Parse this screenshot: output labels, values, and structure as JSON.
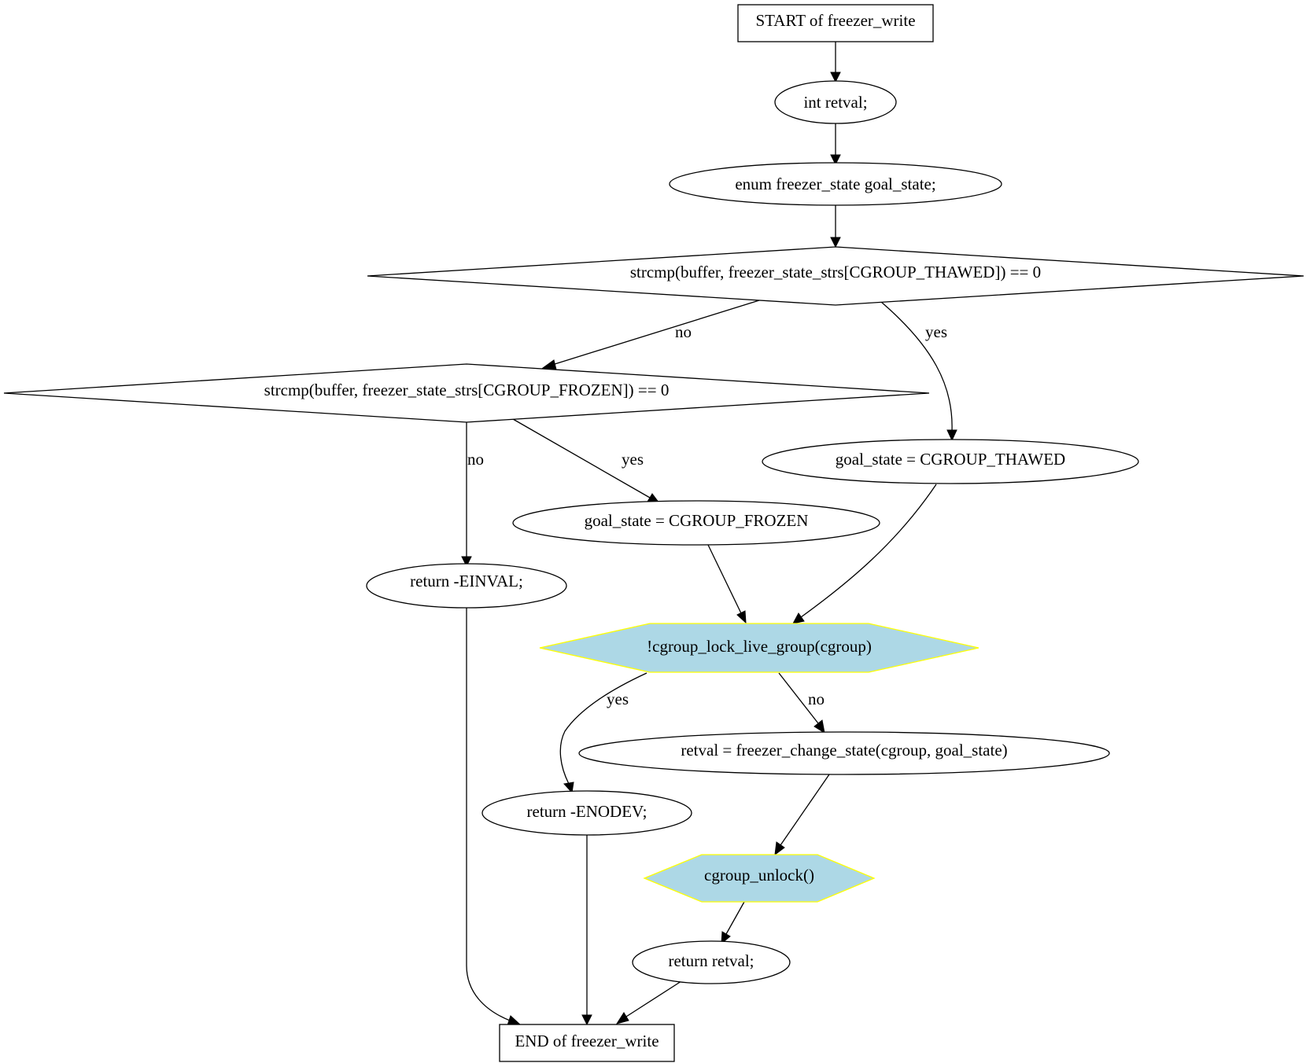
{
  "nodes": {
    "start": "START of freezer_write",
    "decl_retval": "int retval;",
    "decl_goal": "enum freezer_state goal_state;",
    "cond_thawed": "strcmp(buffer, freezer_state_strs[CGROUP_THAWED]) == 0",
    "cond_frozen": "strcmp(buffer, freezer_state_strs[CGROUP_FROZEN]) == 0",
    "assign_thawed": "goal_state = CGROUP_THAWED",
    "assign_frozen": "goal_state = CGROUP_FROZEN",
    "return_einval": "return -EINVAL;",
    "lock_check": "!cgroup_lock_live_group(cgroup)",
    "change_state": "retval = freezer_change_state(cgroup, goal_state)",
    "return_enodev": "return -ENODEV;",
    "unlock": "cgroup_unlock()",
    "return_retval": "return retval;",
    "end": "END of freezer_write"
  },
  "edge_labels": {
    "thawed_no": "no",
    "thawed_yes": "yes",
    "frozen_no": "no",
    "frozen_yes": "yes",
    "lock_yes": "yes",
    "lock_no": "no"
  },
  "colors": {
    "hexagon_fill": "#add8e6",
    "hexagon_stroke": "#ffff00",
    "line": "#000000"
  }
}
